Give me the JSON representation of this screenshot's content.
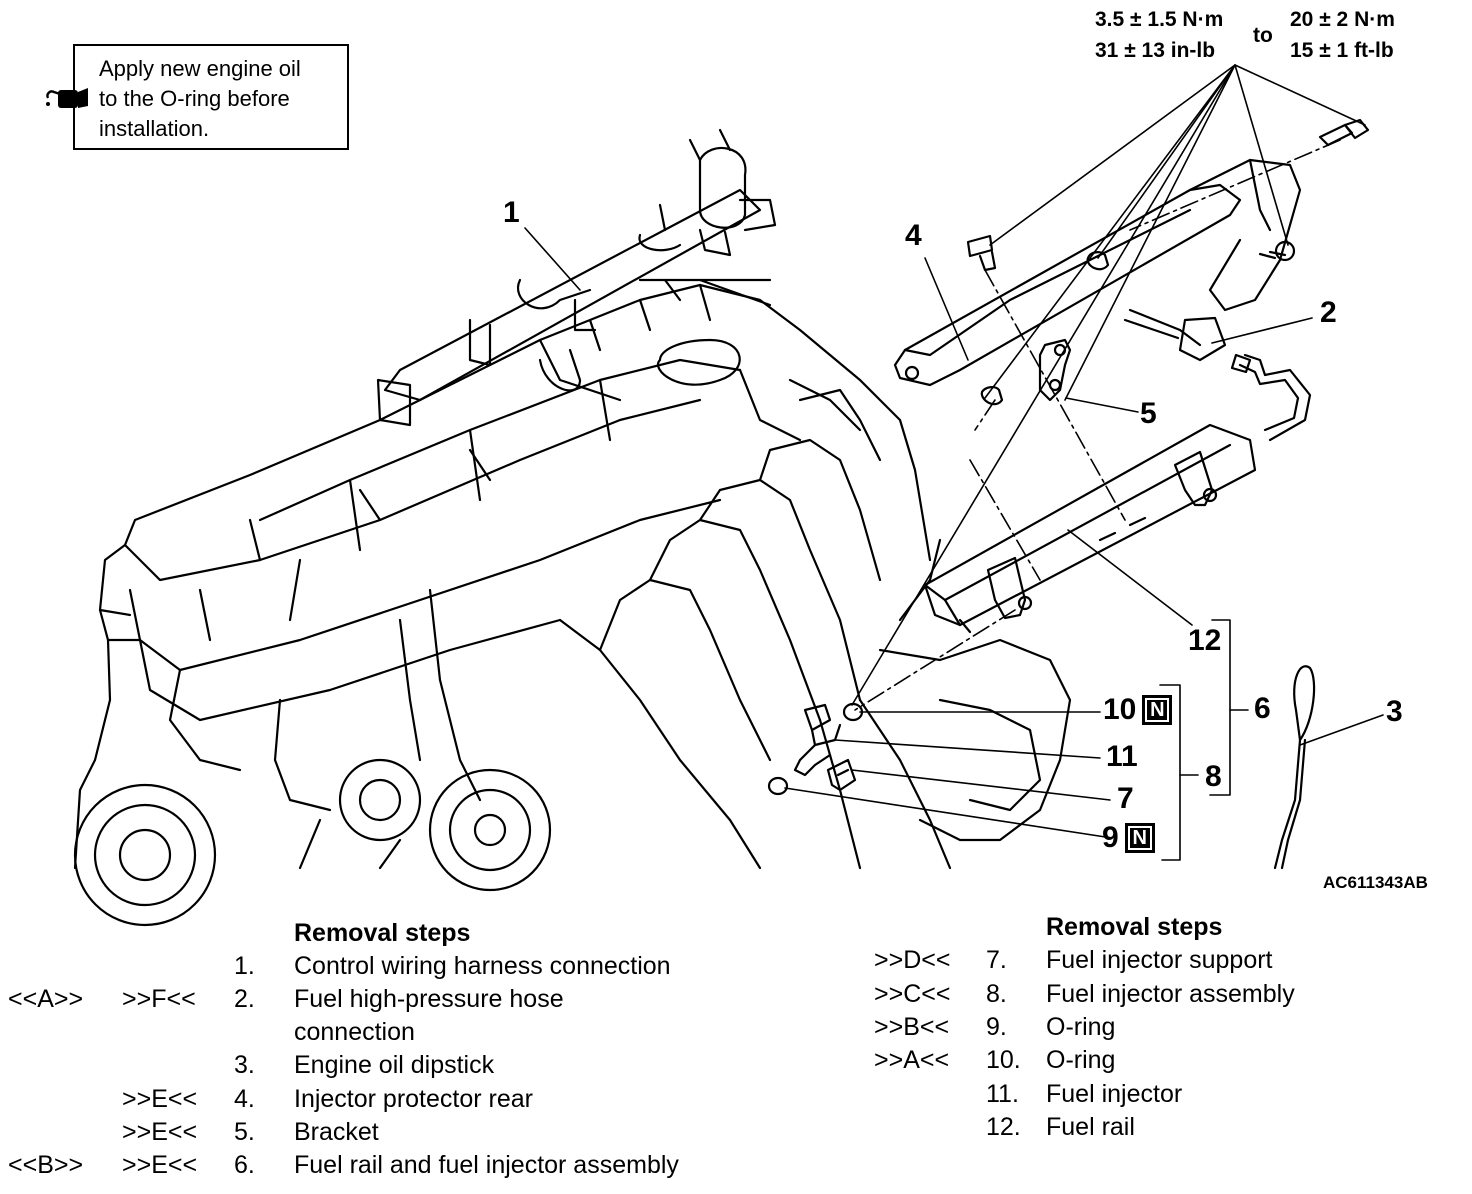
{
  "note": {
    "lines": [
      "Apply new engine oil",
      "to the O-ring before",
      "installation."
    ],
    "icon": "oil-can-icon"
  },
  "torque": {
    "low_metric": "3.5 ± 1.5 N·m",
    "low_imperial": "31 ± 13 in-lb",
    "joiner": "to",
    "high_metric": "20 ± 2 N·m",
    "high_imperial": "15 ± 1 ft-lb"
  },
  "callouts": [
    "1",
    "2",
    "3",
    "4",
    "5",
    "6",
    "7",
    "8",
    "9",
    "10",
    "11",
    "12"
  ],
  "new_part_mark": "N",
  "figure_code": "AC611343AB",
  "steps_left": {
    "heading": "Removal steps",
    "items": [
      {
        "remove": "",
        "install": "",
        "num": "1.",
        "text": "Control wiring harness connection"
      },
      {
        "remove": "<<A>>",
        "install": ">>F<<",
        "num": "2.",
        "text": "Fuel high-pressure hose"
      },
      {
        "remove": "",
        "install": "",
        "num": "",
        "text": "connection"
      },
      {
        "remove": "",
        "install": "",
        "num": "3.",
        "text": "Engine oil dipstick"
      },
      {
        "remove": "",
        "install": ">>E<<",
        "num": "4.",
        "text": "Injector protector rear"
      },
      {
        "remove": "",
        "install": ">>E<<",
        "num": "5.",
        "text": "Bracket"
      },
      {
        "remove": "<<B>>",
        "install": ">>E<<",
        "num": "6.",
        "text": "Fuel rail and fuel injector assembly"
      }
    ]
  },
  "steps_right": {
    "heading": "Removal steps",
    "items": [
      {
        "install": ">>D<<",
        "num": "7.",
        "text": "Fuel injector support"
      },
      {
        "install": ">>C<<",
        "num": "8.",
        "text": "Fuel injector assembly"
      },
      {
        "install": ">>B<<",
        "num": "9.",
        "text": "O-ring"
      },
      {
        "install": ">>A<<",
        "num": "10.",
        "text": "O-ring"
      },
      {
        "install": "",
        "num": "11.",
        "text": "Fuel injector"
      },
      {
        "install": "",
        "num": "12.",
        "text": "Fuel rail"
      }
    ]
  }
}
